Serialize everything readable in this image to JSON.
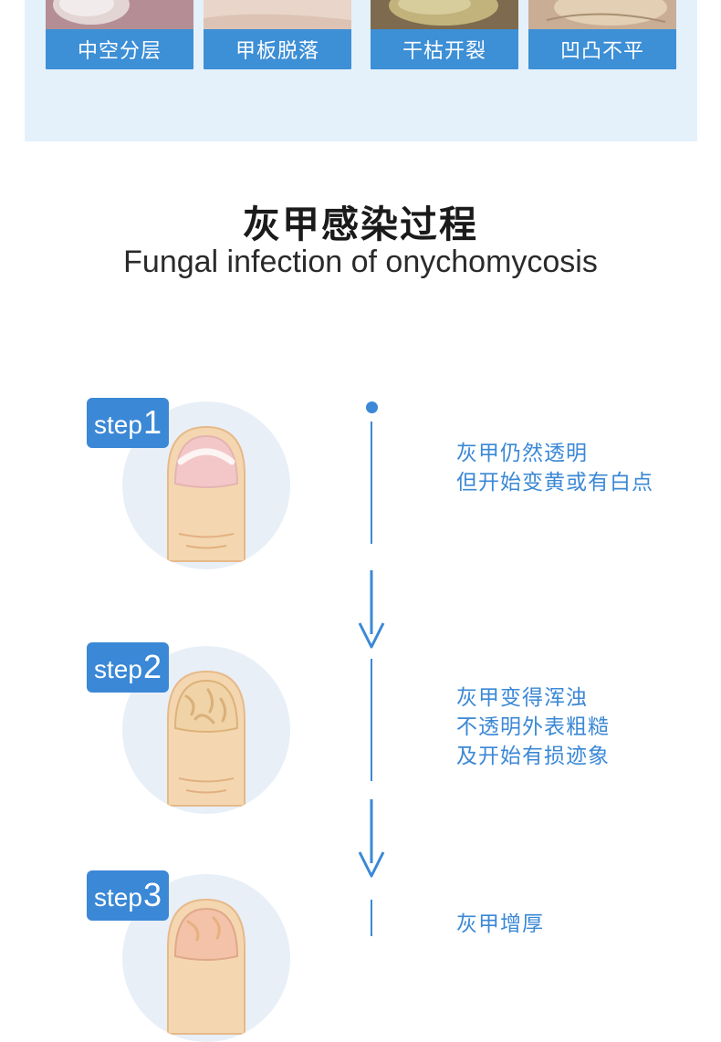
{
  "symptoms": [
    {
      "label": "中空分层"
    },
    {
      "label": "甲板脱落"
    },
    {
      "label": "干枯开裂"
    },
    {
      "label": "凹凸不平"
    }
  ],
  "heading": {
    "cn": "灰甲感染过程",
    "en": "Fungal infection of onychomycosis"
  },
  "steps": [
    {
      "word": "step",
      "num": "1",
      "lines": [
        "灰甲仍然透明",
        "但开始变黄或有白点"
      ]
    },
    {
      "word": "step",
      "num": "2",
      "lines": [
        "灰甲变得浑浊",
        "不透明外表粗糙",
        "及开始有损迹象"
      ]
    },
    {
      "word": "step",
      "num": "3",
      "lines": [
        "灰甲增厚"
      ]
    }
  ],
  "colors": {
    "accent": "#3b88d6",
    "panel": "#e4f1fb",
    "circle": "#e8eff7"
  },
  "icons": [
    "fingernail-illustration",
    "arrow-down-icon"
  ]
}
